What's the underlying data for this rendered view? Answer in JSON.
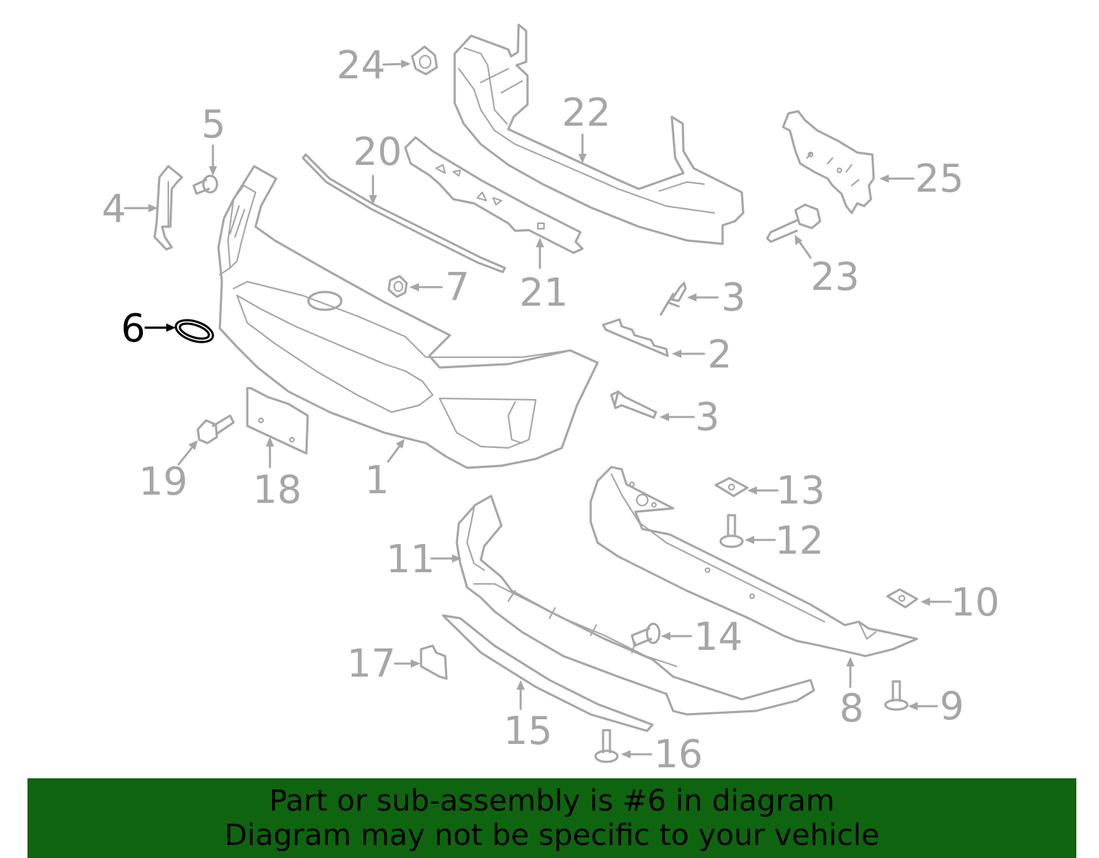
{
  "diagram": {
    "highlighted_part": "6",
    "callouts": {
      "p1": "1",
      "p2": "2",
      "p3a": "3",
      "p3b": "3",
      "p4": "4",
      "p5": "5",
      "p6": "6",
      "p7": "7",
      "p8": "8",
      "p9": "9",
      "p10": "10",
      "p11": "11",
      "p12": "12",
      "p13": "13",
      "p14": "14",
      "p15": "15",
      "p16": "16",
      "p17": "17",
      "p18": "18",
      "p19": "19",
      "p20": "20",
      "p21": "21",
      "p22": "22",
      "p23": "23",
      "p24": "24",
      "p25": "25"
    },
    "colors": {
      "line": "#a6a6a6",
      "highlight": "#000000",
      "banner": "#0f650f"
    }
  },
  "banner": {
    "line1": "Part or sub-assembly is #6 in diagram",
    "line2": "Diagram may not be specific to your vehicle"
  }
}
